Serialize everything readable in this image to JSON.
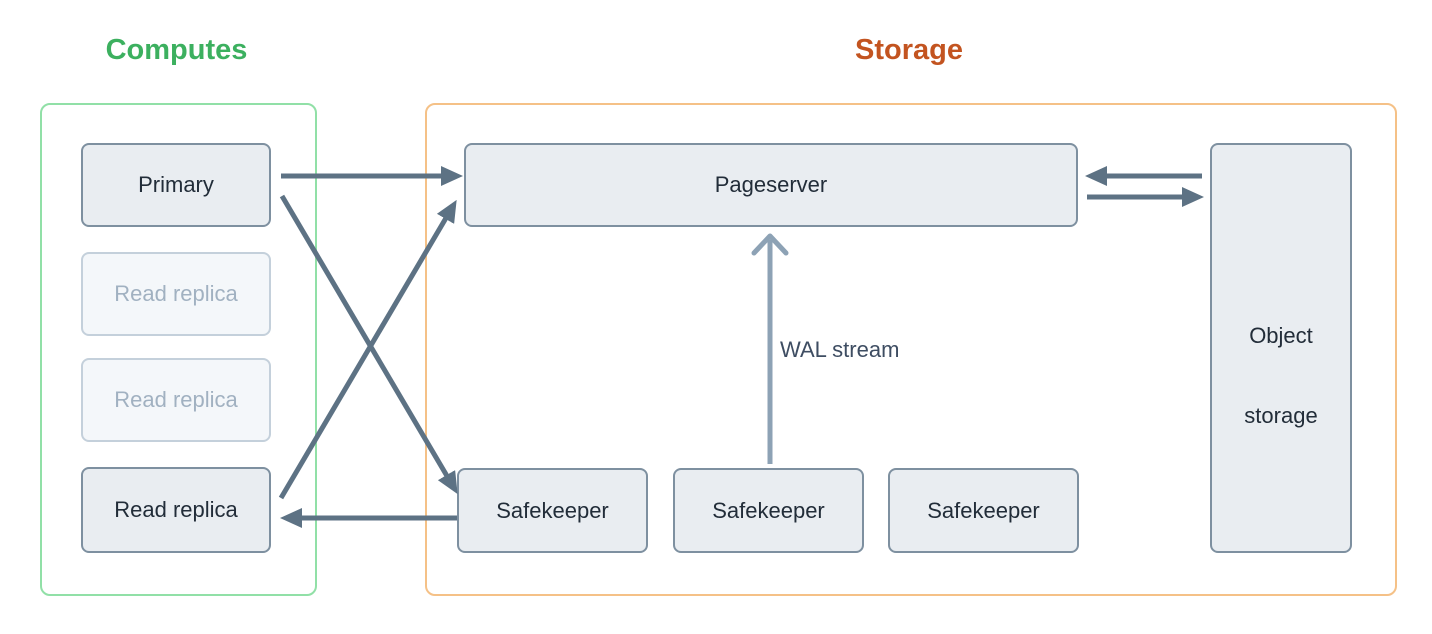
{
  "groups": {
    "computes": {
      "title": "Computes"
    },
    "storage": {
      "title": "Storage"
    }
  },
  "nodes": {
    "primary": {
      "label": "Primary",
      "state": "active"
    },
    "read_replica_1": {
      "label": "Read replica",
      "state": "inactive"
    },
    "read_replica_2": {
      "label": "Read replica",
      "state": "inactive"
    },
    "read_replica_3": {
      "label": "Read replica",
      "state": "active"
    },
    "pageserver": {
      "label": "Pageserver"
    },
    "safekeeper_1": {
      "label": "Safekeeper"
    },
    "safekeeper_2": {
      "label": "Safekeeper"
    },
    "safekeeper_3": {
      "label": "Safekeeper"
    },
    "object_storage": {
      "label_line1": "Object",
      "label_line2": "storage"
    }
  },
  "labels": {
    "wal_stream": "WAL stream"
  },
  "edges": [
    "primary -> pageserver",
    "primary -> safekeeper_1",
    "read_replica_3 -> pageserver",
    "safekeeper_1 -> read_replica_3",
    "object_storage -> pageserver",
    "pageserver -> object_storage",
    "safekeeper_2 -> pageserver (WAL stream)"
  ],
  "palette": {
    "computes-accent": "#3cb05f",
    "computes-border": "#91e0a7",
    "storage-accent": "#c35420",
    "storage-border": "#f5c187",
    "node-fill": "#e9edf1",
    "node-border": "#7e90a0",
    "node-text": "#222d39",
    "node-muted-fill": "#f4f7fa",
    "node-muted-border": "#c4d0db",
    "node-muted-text": "#a1b1c1",
    "arrow": "#5d7284",
    "wal-arrow": "#8da2b5",
    "wal-text": "#3e4d62"
  }
}
